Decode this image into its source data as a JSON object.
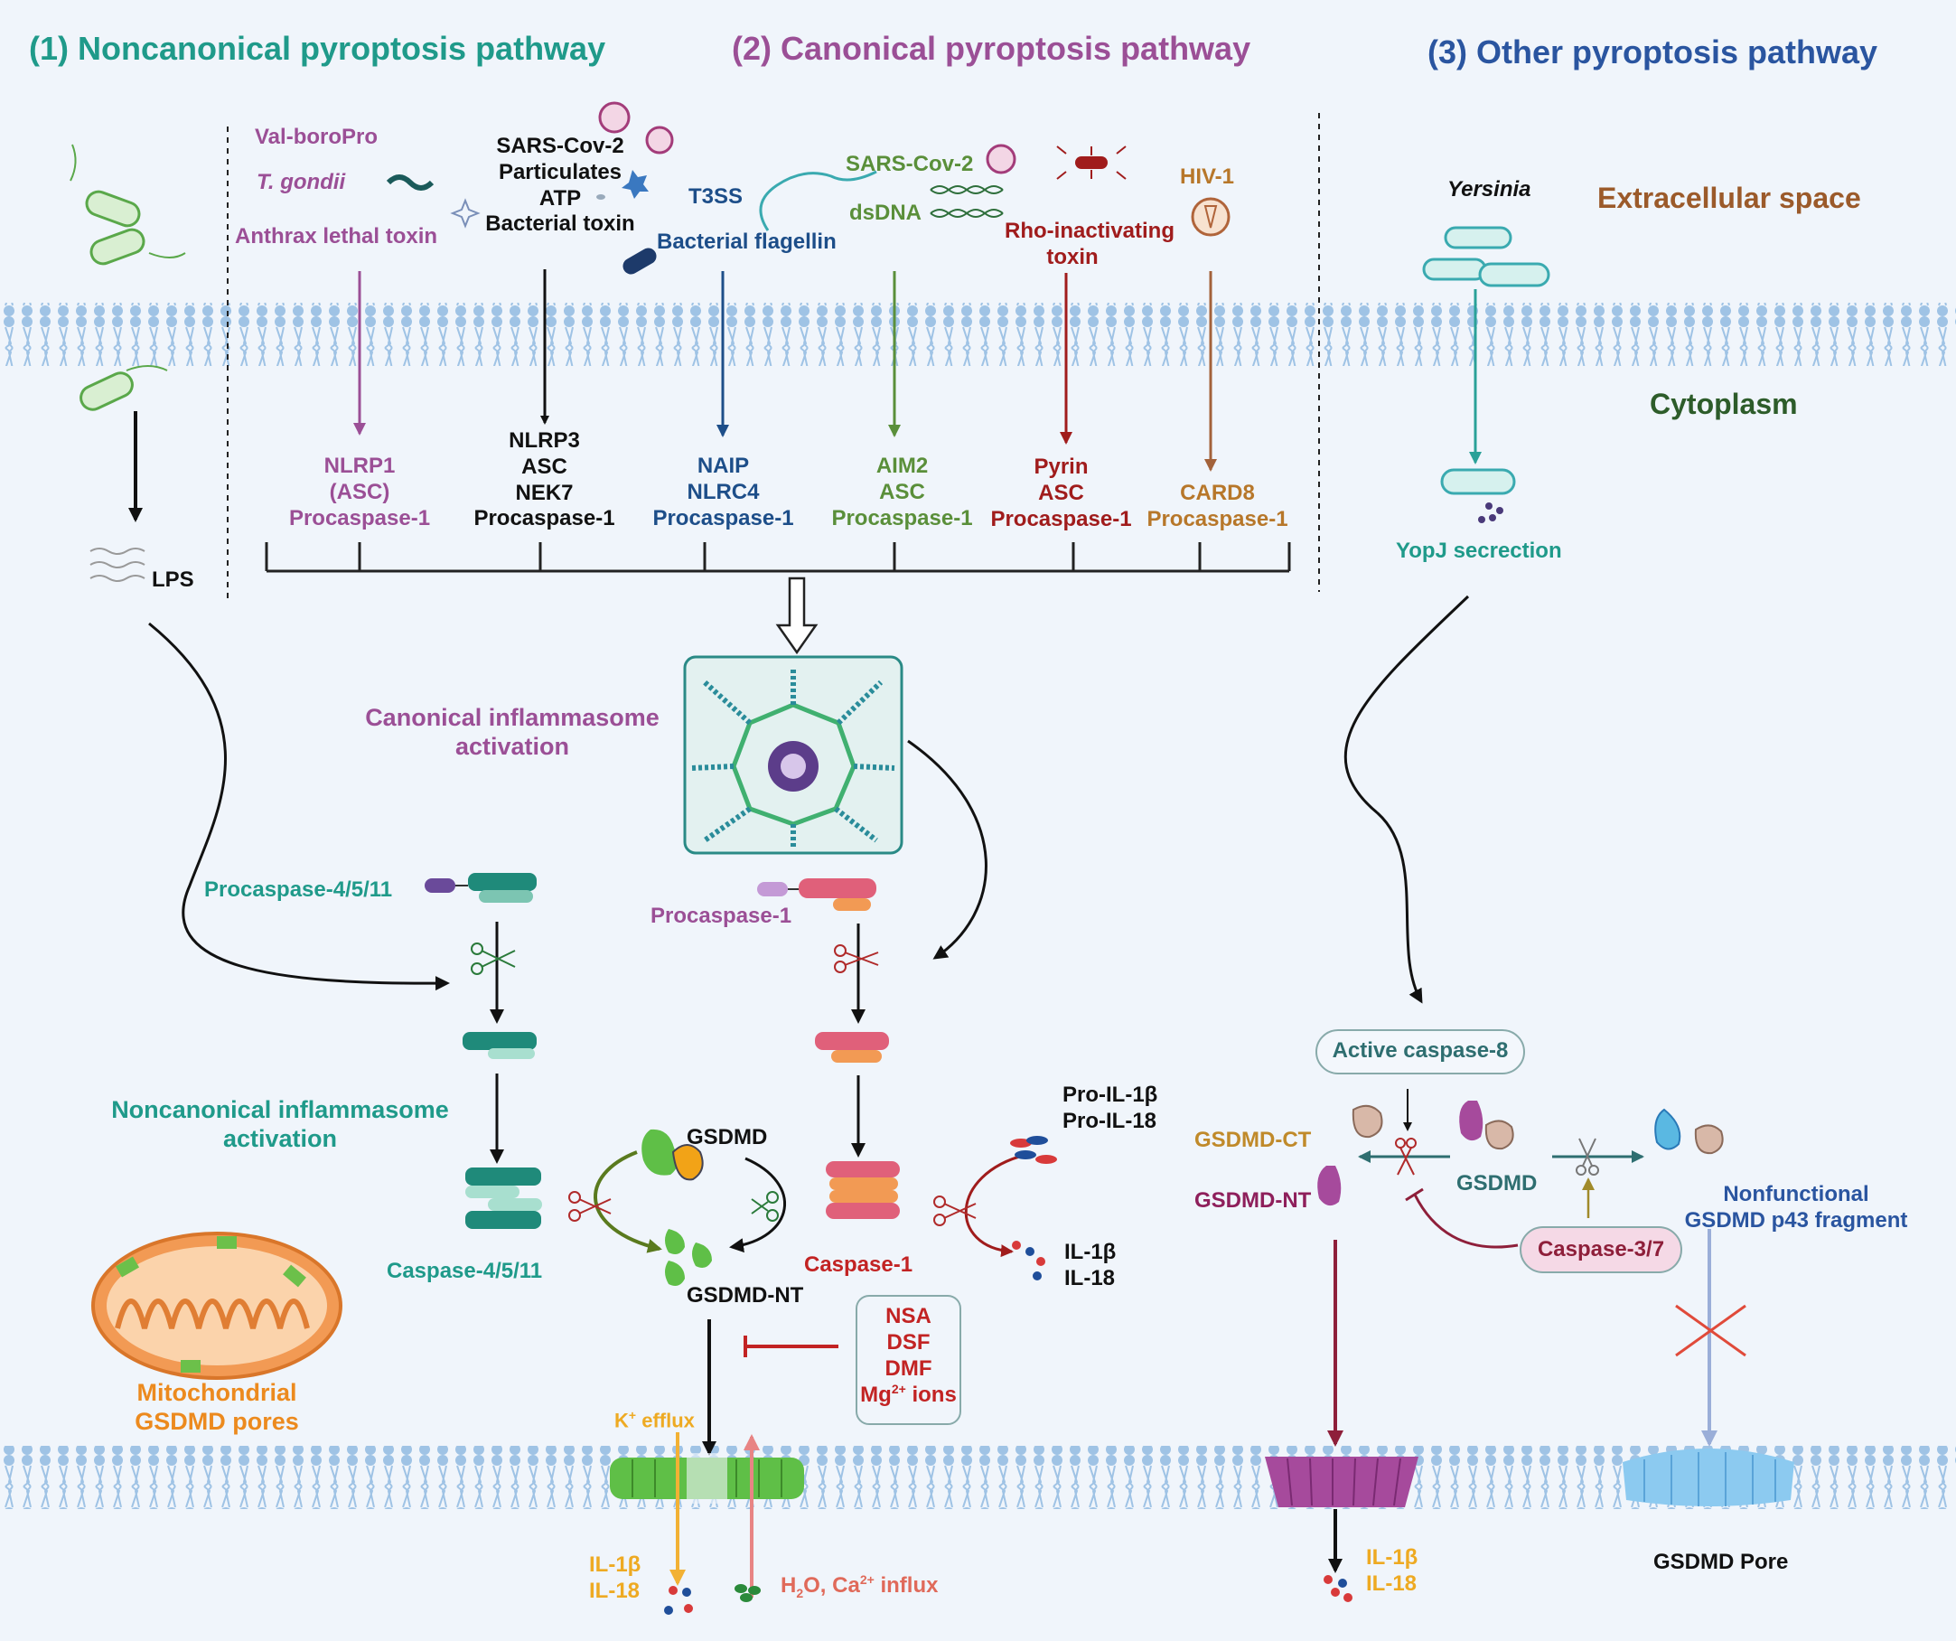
{
  "headers": {
    "noncanonical": "(1) Noncanonical pyroptosis pathway",
    "canonical": "(2) Canonical pyroptosis pathway",
    "other": "(3) Other pyroptosis pathway"
  },
  "regions": {
    "extracellular": "Extracellular space",
    "cytoplasm": "Cytoplasm"
  },
  "noncanonical": {
    "lps": "LPS",
    "procaspase": "Procaspase-4/5/11",
    "activation_line1": "Noncanonical inflammasome",
    "activation_line2": "activation",
    "caspase": "Caspase-4/5/11",
    "mito_line1": "Mitochondrial",
    "mito_line2": "GSDMD pores"
  },
  "stimuli": {
    "nlrp1": [
      "Val-boroPro",
      "T. gondii",
      "Anthrax lethal toxin"
    ],
    "nlrp3": [
      "SARS-Cov-2",
      "Particulates",
      "ATP",
      "Bacterial toxin"
    ],
    "nlrc4": [
      "T3SS",
      "Bacterial flagellin"
    ],
    "aim2": [
      "SARS-Cov-2",
      "dsDNA"
    ],
    "pyrin": [
      "Rho-inactivating",
      "toxin"
    ],
    "card8": [
      "HIV-1"
    ]
  },
  "sensors": {
    "nlrp1": [
      "NLRP1",
      "(ASC)",
      "Procaspase-1"
    ],
    "nlrp3": [
      "NLRP3",
      "ASC",
      "NEK7",
      "Procaspase-1"
    ],
    "nlrc4": [
      "NAIP",
      "NLRC4",
      "Procaspase-1"
    ],
    "aim2": [
      "AIM2",
      "ASC",
      "Procaspase-1"
    ],
    "pyrin": [
      "Pyrin",
      "ASC",
      "Procaspase-1"
    ],
    "card8": [
      "CARD8",
      "Procaspase-1"
    ]
  },
  "canonical": {
    "activation_line1": "Canonical inflammasome",
    "activation_line2": "activation",
    "procaspase": "Procaspase-1",
    "caspase": "Caspase-1",
    "gsdmd": "GSDMD",
    "gsdmd_nt": "GSDMD-NT",
    "pro_il1b": "Pro-IL-1β",
    "pro_il18": "Pro-IL-18",
    "il1b": "IL-1β",
    "il18": "IL-18",
    "inhibitors": [
      "NSA",
      "DSF",
      "DMF",
      "Mg"
    ],
    "inhibitor_sup": "2+",
    "inhibitor_suffix": " ions",
    "k_efflux": "efflux",
    "k_symbol": "K",
    "k_sup": "+",
    "out_il1b": "IL-1β",
    "out_il18": "IL-18",
    "influx_h": "H",
    "influx_sub": "2",
    "influx_mid": "O, Ca",
    "influx_sup": "2+",
    "influx_end": " influx"
  },
  "other": {
    "yersinia": "Yersinia",
    "yopj": "YopJ secrection",
    "active_caspase8": "Active caspase-8",
    "gsdmd_ct": "GSDMD-CT",
    "gsdmd_nt": "GSDMD-NT",
    "gsdmd": "GSDMD",
    "caspase37": "Caspase-3/7",
    "nonfunctional_line1": "Nonfunctional",
    "nonfunctional_line2": "GSDMD p43 fragment",
    "il1b": "IL-1β",
    "il18": "IL-18",
    "pore": "GSDMD Pore"
  },
  "colors": {
    "background": "#f0f5fb",
    "membrane": "#9fc3e5",
    "teal": "#1f9a8a",
    "purple": "#9b4f96",
    "navy": "#1d4e89",
    "green": "#5a8f3a",
    "red": "#a01c1c",
    "brown": "#b7772a",
    "orange": "#ec8a1e",
    "crimson": "#c22323"
  },
  "icons": [
    "bacterium-icon",
    "virus-icon",
    "crystal-icon",
    "dna-icon",
    "scissors-icon",
    "inflammasome-icon",
    "mitochondrion-icon",
    "gsdmd-pore-icon",
    "inhibit-arrow-icon"
  ]
}
